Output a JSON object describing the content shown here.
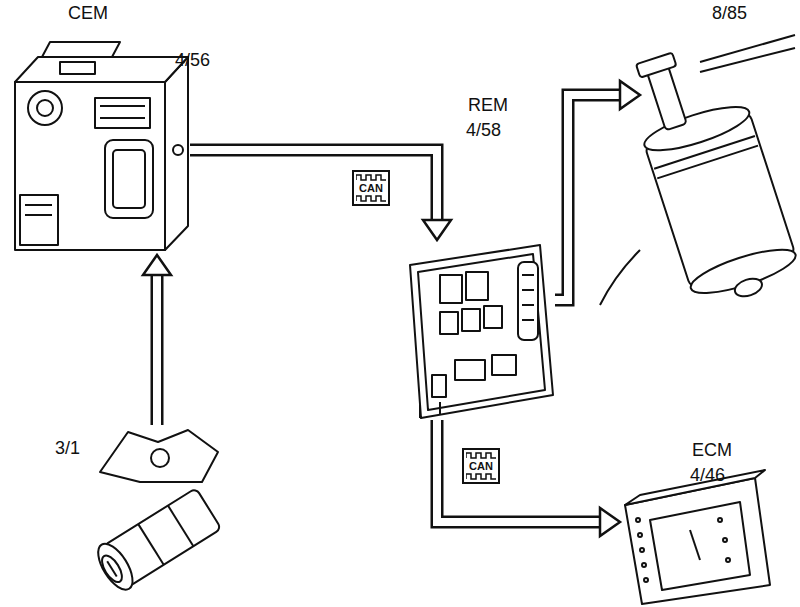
{
  "diagram": {
    "nodes": [
      {
        "text": [
          "CEM",
          "4/56"
        ]
      },
      {
        "text": [
          "8/85"
        ]
      },
      {
        "text": [
          "REM",
          "4/58"
        ]
      },
      {
        "text": [
          "3/1"
        ]
      },
      {
        "text": [
          "ECM",
          "4/46"
        ]
      }
    ],
    "edges": [
      {
        "from": 3,
        "to": 0,
        "arrow": "to"
      },
      {
        "from": 0,
        "to": 2,
        "arrow": "to",
        "label": "CAN"
      },
      {
        "from": 2,
        "to": 1,
        "arrow": "to"
      },
      {
        "from": 2,
        "to": 4,
        "arrow": "to",
        "label": "CAN"
      }
    ]
  }
}
